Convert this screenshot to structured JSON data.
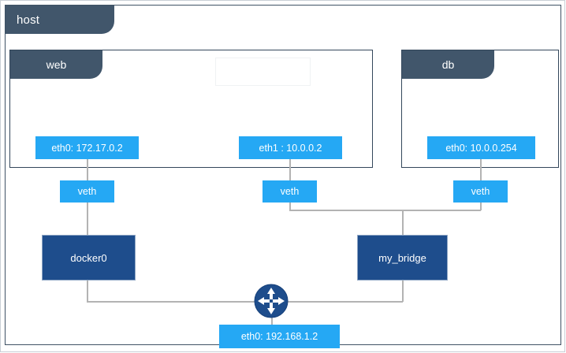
{
  "diagram": {
    "title": "host",
    "type": "network-topology",
    "colors": {
      "panel_header": "#41566b",
      "panel_border": "#33475b",
      "interface_box": "#25a8f4",
      "bridge_box": "#1e4d8c",
      "connector_line": "#b3b3b3",
      "router_icon": "#1e4d8c",
      "page_border": "#c9cfd6"
    },
    "host": {
      "label": "host"
    },
    "containers": [
      {
        "id": "web",
        "label": "web"
      },
      {
        "id": "db",
        "label": "db"
      }
    ],
    "interfaces": [
      {
        "id": "web-eth0",
        "label": "eth0: 172.17.0.2",
        "parent": "web"
      },
      {
        "id": "web-eth1",
        "label": "eth1 : 10.0.0.2",
        "parent": "web"
      },
      {
        "id": "db-eth0",
        "label": "eth0: 10.0.0.254",
        "parent": "db"
      },
      {
        "id": "host-eth0",
        "label": "eth0: 192.168.1.2",
        "parent": "host"
      }
    ],
    "veths": [
      {
        "id": "veth-1",
        "label": "veth"
      },
      {
        "id": "veth-2",
        "label": "veth"
      },
      {
        "id": "veth-3",
        "label": "veth"
      }
    ],
    "bridges": [
      {
        "id": "docker0",
        "label": "docker0"
      },
      {
        "id": "my_bridge",
        "label": "my_bridge"
      }
    ],
    "router": {
      "id": "router",
      "icon": "router-four-arrows-icon"
    }
  }
}
